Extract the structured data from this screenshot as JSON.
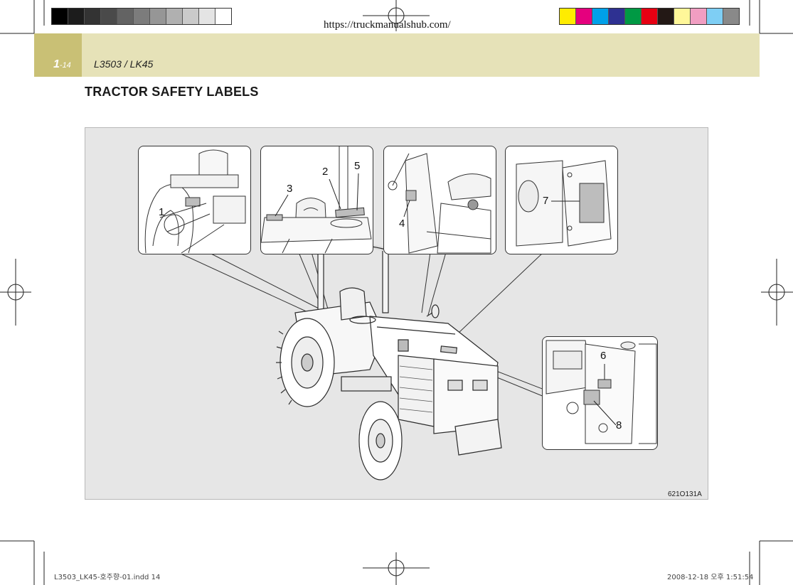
{
  "url_text": "https://truckmanualshub.com/",
  "header": {
    "page_number_main": "1",
    "page_number_suffix": "-14",
    "model": "L3503 / LK45"
  },
  "title": "TRACTOR SAFETY LABELS",
  "figure": {
    "code": "621O131A",
    "callouts": [
      "1",
      "2",
      "3",
      "4",
      "5",
      "6",
      "7",
      "8"
    ]
  },
  "footer": {
    "left": "L3503_LK45-호주향-01.indd   14",
    "right": "2008-12-18   오후 1:51:54"
  },
  "print_marks": {
    "gray_swatches": [
      "#000000",
      "#1c1c1c",
      "#333333",
      "#4a4a4a",
      "#636363",
      "#7c7c7c",
      "#969696",
      "#b0b0b0",
      "#cacaca",
      "#e4e4e4",
      "#ffffff"
    ],
    "color_swatches": [
      "#ffec00",
      "#e5007e",
      "#00a0e9",
      "#2e3192",
      "#009944",
      "#e60012",
      "#231815",
      "#fff799",
      "#f19ec2",
      "#7ecef4",
      "#898989"
    ]
  },
  "colors": {
    "header_band": "#e6e2b8",
    "page_tab": "#c9c075",
    "figure_bg": "#e6e6e6"
  }
}
